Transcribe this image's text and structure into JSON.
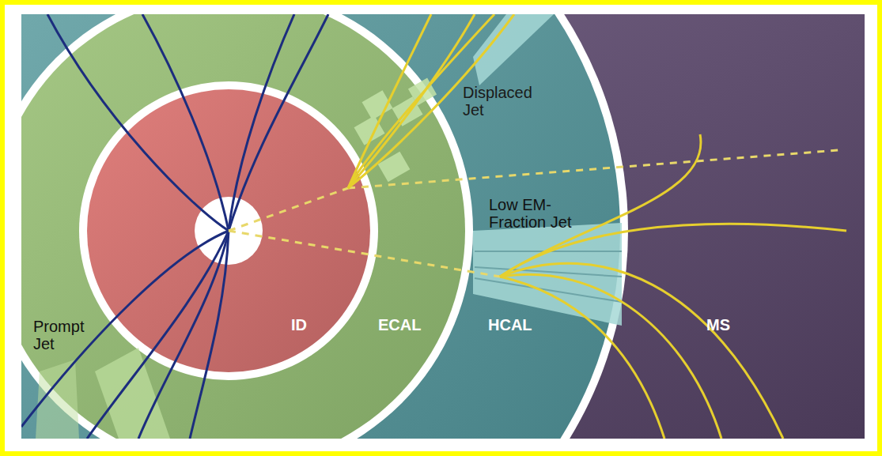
{
  "diagram": {
    "labels": [
      "Displaced Jet",
      "Low EM- Fraction Jet",
      "Prompt Jet",
      "ID",
      "ECAL",
      "HCAL",
      "MS"
    ]
  }
}
